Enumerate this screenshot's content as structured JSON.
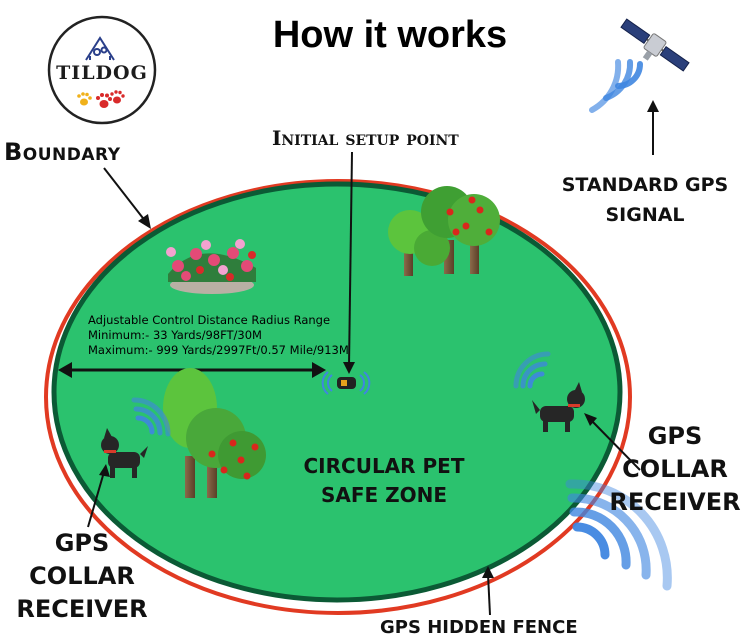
{
  "title": "How it works",
  "brand": {
    "name": "TILDOG"
  },
  "labels": {
    "boundary": "Boundary",
    "initial_setup_point": "Initial setup point",
    "standard_gps_signal": [
      "STANDARD GPS",
      "SIGNAL"
    ],
    "safe_zone": [
      "CIRCULAR PET",
      "SAFE ZONE"
    ],
    "collar_receiver": [
      "GPS",
      "COLLAR",
      "RECEIVER"
    ],
    "hidden_fence": "GPS HIDDEN FENCE"
  },
  "range_info": {
    "heading": "Adjustable Control Distance Radius Range",
    "minimum": "Minimum:- 33 Yards/98FT/30M",
    "maximum": "Maximum:- 999 Yards/2997Ft/0.57 Mile/913M"
  },
  "colors": {
    "zone_fill": "#2bc26e",
    "zone_border": "#0b5a35",
    "boundary_ring": "#e13a22",
    "signal_wave": "#3f86e0",
    "tree_green": "#5cc43d",
    "apple_red": "#d9271c",
    "dog": "#262626",
    "collar_red": "#d83a2a"
  },
  "icons": [
    "satellite-icon",
    "signal-waves-icon",
    "dog-icon",
    "tree-icon",
    "flower-bed-icon",
    "gps-device-icon",
    "paw-icon",
    "house-icon"
  ]
}
